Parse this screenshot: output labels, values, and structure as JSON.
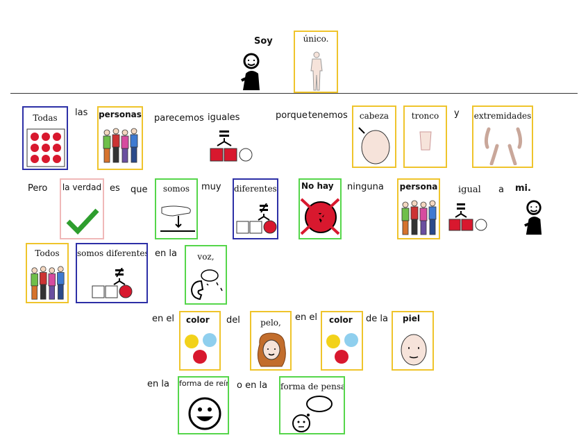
{
  "title": {
    "soy": "Soy",
    "unico": "único."
  },
  "row1": {
    "todas": "Todas",
    "las": "las",
    "personas": "personas",
    "parecemos": "parecemos",
    "iguales": "iguales",
    "porque": "porque",
    "tenemos": "tenemos",
    "cabeza": "cabeza",
    "tronco": "tronco",
    "y": "y",
    "extremidades": "extremidades"
  },
  "row2": {
    "pero": "Pero",
    "la_verdad": "la verdad",
    "es": "es",
    "que": "que",
    "somos": "somos",
    "muy": "muy",
    "diferentes": "diferentes.",
    "no_hay": "No hay",
    "ninguna": "ninguna",
    "persona": "persona",
    "igual": "igual",
    "a": "a",
    "mi": "mi."
  },
  "row3": {
    "todos": "Todos",
    "somos_diferentes": "somos diferentes",
    "en_la": "en la",
    "voz": "voz,"
  },
  "row4": {
    "en_el_1": "en el",
    "color_1": "color",
    "del": "del",
    "pelo": "pelo,",
    "en_el_2": "en el",
    "color_2": "color",
    "de_la": "de la",
    "piel": "piel"
  },
  "row5": {
    "en_la": "en la",
    "forma_de_reir": "forma de reír",
    "o_en_la": "o en la",
    "forma_de_pensar": "forma de pensar"
  },
  "colors": {
    "yellow": "#efc42b",
    "blue": "#2c2fa6",
    "green": "#55d64a",
    "pink": "#f0b8b8",
    "red": "#d8182e",
    "check": "#2e9e2e"
  }
}
